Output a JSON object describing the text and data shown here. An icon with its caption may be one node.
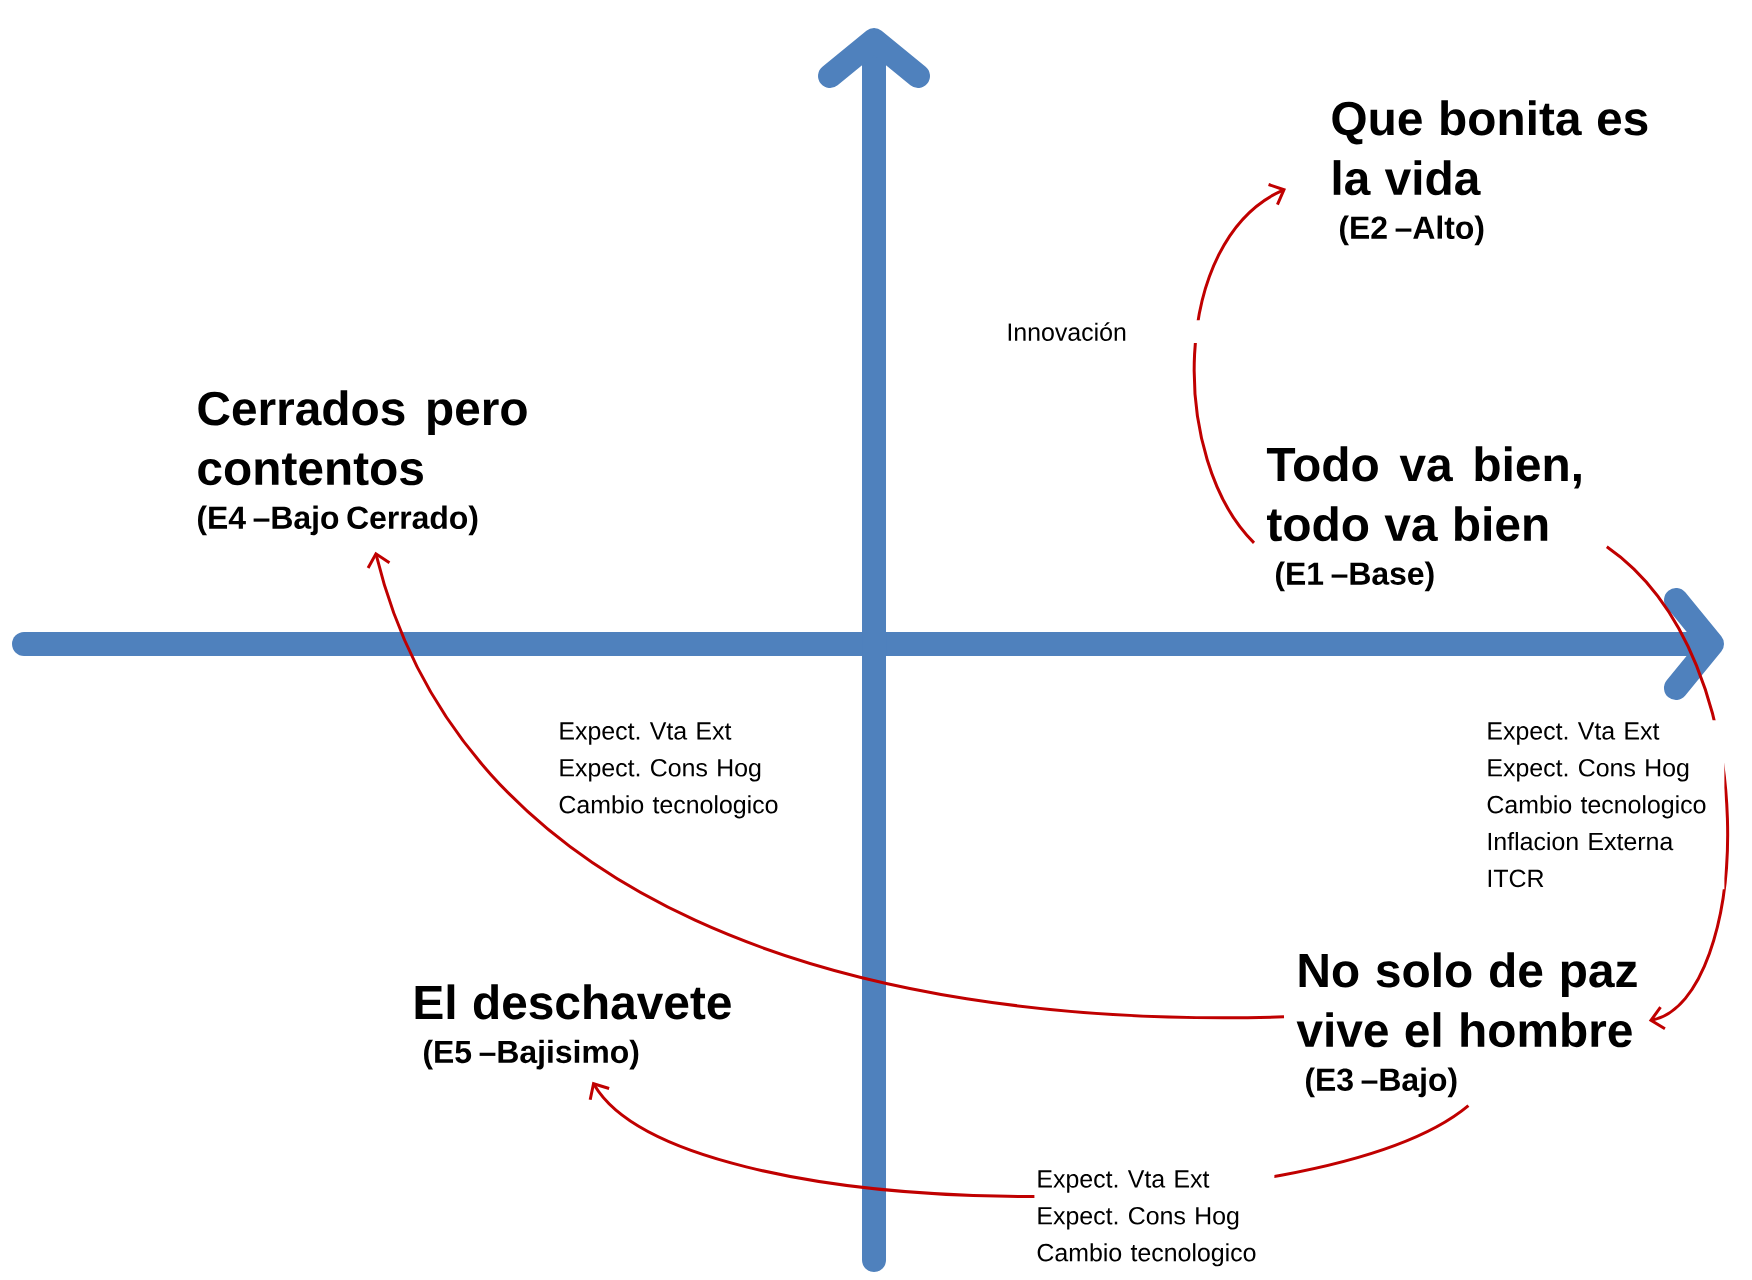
{
  "diagram": {
    "nodes": [
      {
        "text": [
          "Que bonita es la vida",
          "(E2 –Alto)"
        ]
      },
      {
        "text": [
          "Cerrados pero contentos",
          "(E4 –Bajo Cerrado)"
        ]
      },
      {
        "text": [
          "Todo va bien, todo va bien",
          "(E1 –Base)"
        ]
      },
      {
        "text": [
          "No solo de paz vive el hombre",
          "(E3 –Bajo)"
        ]
      },
      {
        "text": [
          "El deschavete",
          "(E5 –Bajisimo)"
        ]
      }
    ],
    "edges": [
      {
        "from": 2,
        "to": 0,
        "arrow": "to",
        "label": "Innovación"
      },
      {
        "from": 2,
        "to": 3,
        "arrow": "to",
        "label": "Expect. Vta Ext Expect. Cons Hog Cambio tecnologico Inflacion Externa ITCR"
      },
      {
        "from": 3,
        "to": 1,
        "arrow": "to",
        "label": "Expect. Vta Ext Expect. Cons Hog Cambio tecnologico"
      },
      {
        "from": 3,
        "to": 4,
        "arrow": "to",
        "label": "Expect. Vta Ext Expect. Cons Hog Cambio tecnologico"
      }
    ]
  }
}
